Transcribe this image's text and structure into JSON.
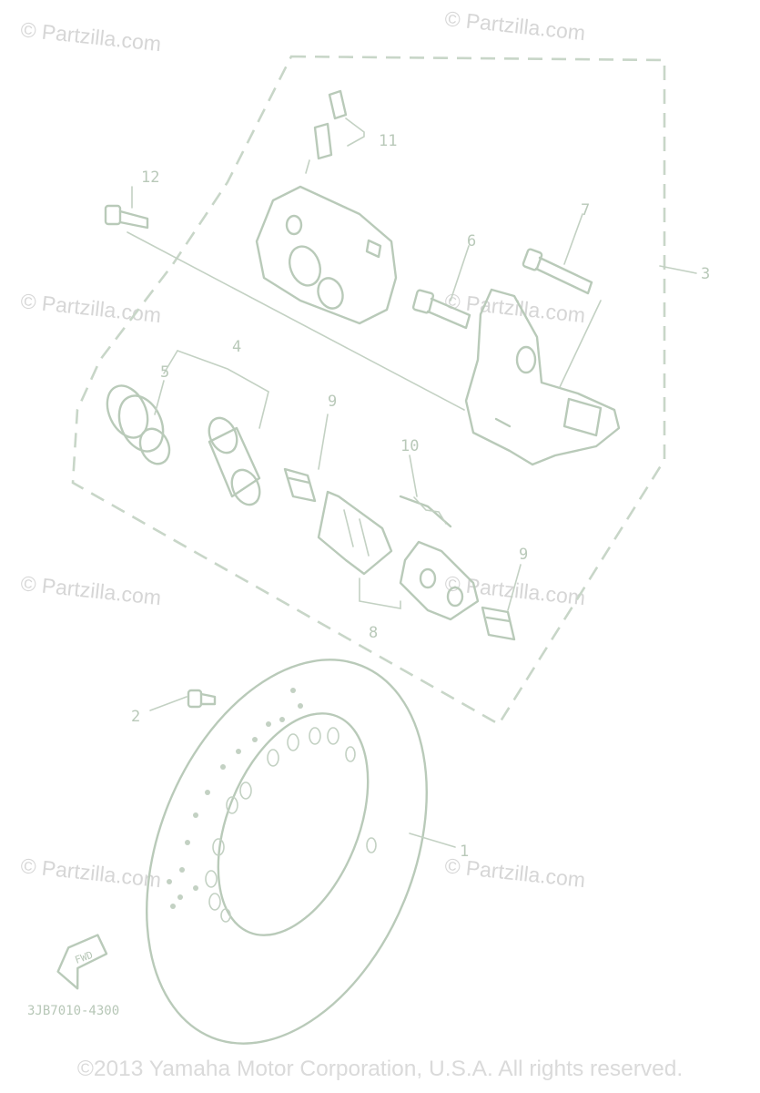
{
  "watermark": "© Partzilla.com",
  "part_number": "3JB7010-4300",
  "callouts": [
    "1",
    "2",
    "3",
    "4",
    "5",
    "6",
    "7",
    "8",
    "9",
    "9",
    "10",
    "11",
    "12"
  ],
  "direction_marker": "FWD",
  "copyright": "©2013 Yamaha Motor Corporation, U.S.A. All rights reserved.",
  "colors": {
    "line_art": "#b9cab9",
    "watermark": "#d6d6d6"
  }
}
